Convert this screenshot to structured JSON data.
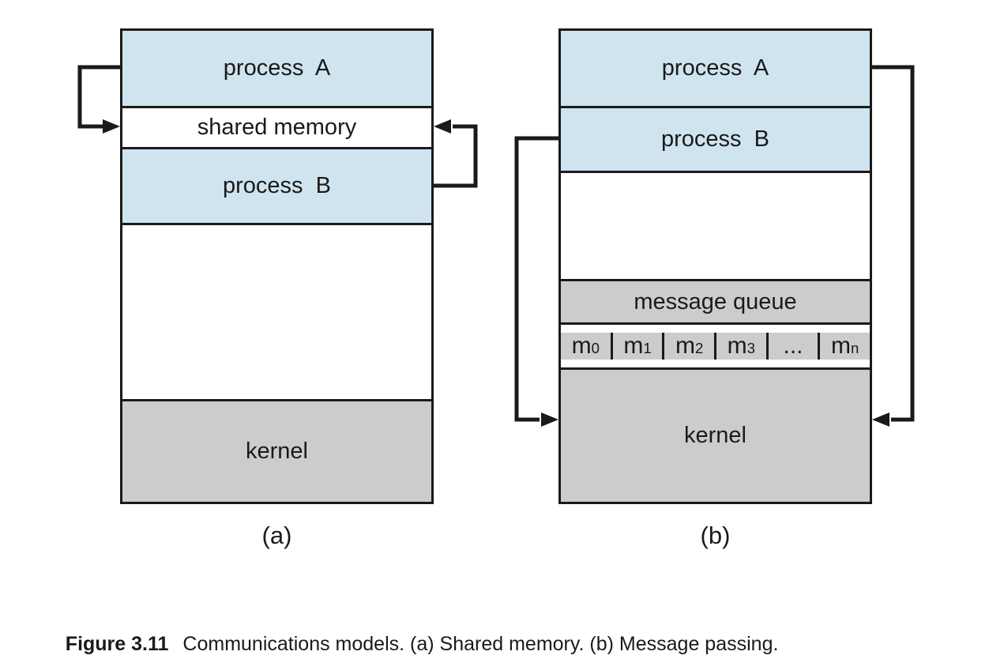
{
  "colors": {
    "process-fill": "#cfe4ee",
    "kernel-fill": "#cccccc",
    "line-color": "#1a1a1a",
    "page-bg": "#ffffff"
  },
  "diagram_a": {
    "process_a": "process  A",
    "shared_memory": "shared memory",
    "process_b": "process  B",
    "kernel": "kernel",
    "label": "(a)"
  },
  "diagram_b": {
    "process_a": "process  A",
    "process_b": "process  B",
    "message_queue": "message queue",
    "kernel": "kernel",
    "label": "(b)",
    "queue_cells": [
      {
        "base": "m",
        "sub": "0"
      },
      {
        "base": "m",
        "sub": "1"
      },
      {
        "base": "m",
        "sub": "2"
      },
      {
        "base": "m",
        "sub": "3"
      },
      {
        "base": "...",
        "sub": ""
      },
      {
        "base": "m",
        "sub": "n"
      }
    ]
  },
  "figure_caption": {
    "label": "Figure 3.11",
    "text": "Communications models. (a) Shared memory. (b) Message passing."
  }
}
